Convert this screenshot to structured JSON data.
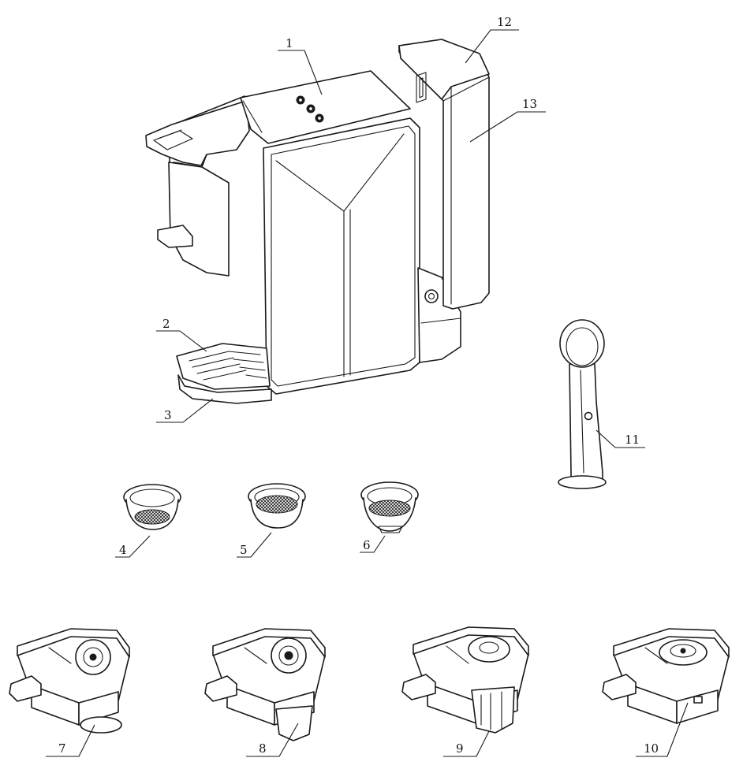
{
  "callouts": [
    {
      "id": "1",
      "label": "1"
    },
    {
      "id": "2",
      "label": "2"
    },
    {
      "id": "3",
      "label": "3"
    },
    {
      "id": "4",
      "label": "4"
    },
    {
      "id": "5",
      "label": "5"
    },
    {
      "id": "6",
      "label": "6"
    },
    {
      "id": "7",
      "label": "7"
    },
    {
      "id": "8",
      "label": "8"
    },
    {
      "id": "9",
      "label": "9"
    },
    {
      "id": "10",
      "label": "10"
    },
    {
      "id": "11",
      "label": "11"
    },
    {
      "id": "12",
      "label": "12"
    },
    {
      "id": "13",
      "label": "13"
    }
  ],
  "colors": {
    "line": "#1a1a1a",
    "background": "#ffffff",
    "mesh": "#2a2a2a"
  }
}
